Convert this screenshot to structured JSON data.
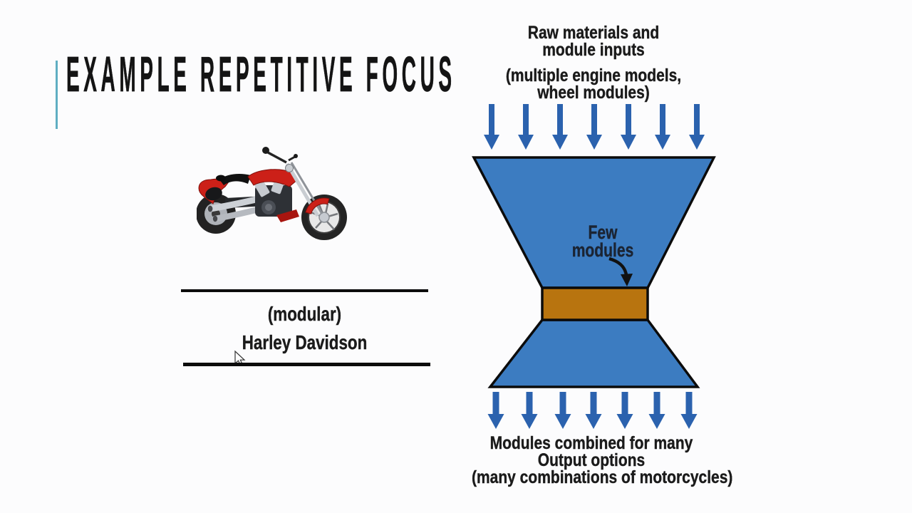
{
  "slide": {
    "title": "EXAMPLE REPETITIVE FOCUS",
    "background_color": "#FCFCFD",
    "accent_color": "#5FAEC2",
    "title_color": "#141414"
  },
  "left": {
    "image_alt": "red-harley-davidson-motorcycle",
    "caption_top": "(modular)",
    "caption_bottom": "Harley Davidson"
  },
  "funnel": {
    "input_label": [
      "Raw materials and",
      "module inputs"
    ],
    "input_sublabel": [
      "(multiple engine models,",
      "wheel modules)"
    ],
    "throat_label": [
      "Few",
      "modules"
    ],
    "output_label": [
      "Modules combined for many",
      "Output options"
    ],
    "output_sublabel": "(many combinations of motorcycles)",
    "top_arrow_count": 7,
    "bottom_arrow_count": 7,
    "colors": {
      "funnel_fill": "#3C7CC1",
      "throat_fill": "#B8740F",
      "arrow_fill": "#2B62AE",
      "outline": "#0B0B0B",
      "throat_label_color": "#1B2433"
    }
  }
}
